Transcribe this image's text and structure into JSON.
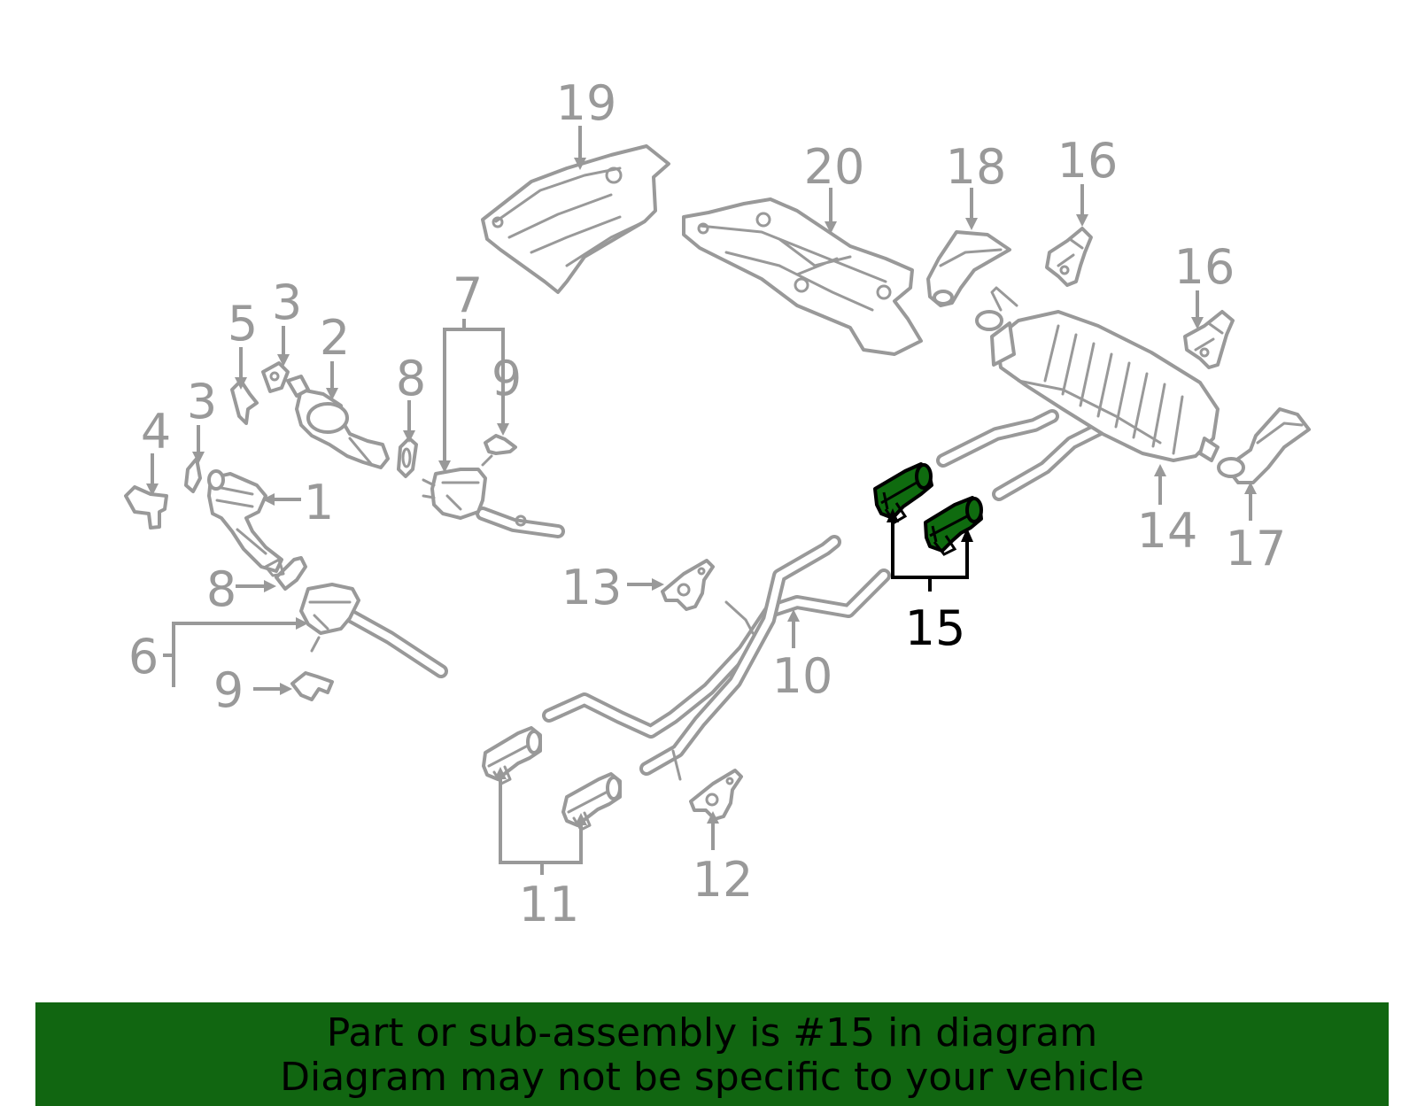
{
  "callouts": {
    "c1": "1",
    "c2": "2",
    "c3a": "3",
    "c3b": "3",
    "c4": "4",
    "c5": "5",
    "c6": "6",
    "c7": "7",
    "c8a": "8",
    "c8b": "8",
    "c9a": "9",
    "c9b": "9",
    "c10": "10",
    "c11": "11",
    "c12": "12",
    "c13": "13",
    "c14": "14",
    "c15": "15",
    "c16a": "16",
    "c16b": "16",
    "c17": "17",
    "c18": "18",
    "c19": "19",
    "c20": "20"
  },
  "highlighted_part": "15",
  "colors": {
    "part_stroke": "#999999",
    "highlight_fill": "#0f6b0f",
    "banner_background": "#116611",
    "banner_text": "#000000",
    "highlight_label": "#000000"
  },
  "banner": {
    "line1": "Part or sub-assembly is #15 in diagram",
    "line2": "Diagram may not be specific to your vehicle"
  }
}
